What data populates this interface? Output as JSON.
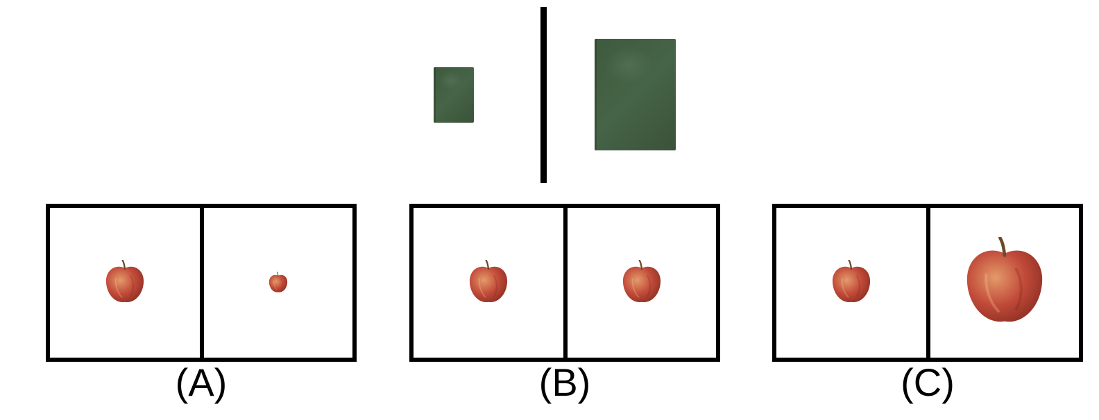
{
  "example": {
    "left_object": "book-icon",
    "right_object": "book-icon",
    "book_color": "#3f5a3e",
    "divider_color": "#000000"
  },
  "options": [
    {
      "label": "(A)",
      "left_object": "apple-icon",
      "right_object": "apple-icon",
      "right_to_left_size_ratio": 0.48
    },
    {
      "label": "(B)",
      "left_object": "apple-icon",
      "right_object": "apple-icon",
      "right_to_left_size_ratio": 1.0
    },
    {
      "label": "(C)",
      "left_object": "apple-icon",
      "right_object": "apple-icon",
      "right_to_left_size_ratio": 2.0
    }
  ],
  "colors": {
    "apple_base": "#c24b3a",
    "apple_highlight": "#e39a6a",
    "apple_stem": "#6b4a2a",
    "frame": "#000000"
  }
}
